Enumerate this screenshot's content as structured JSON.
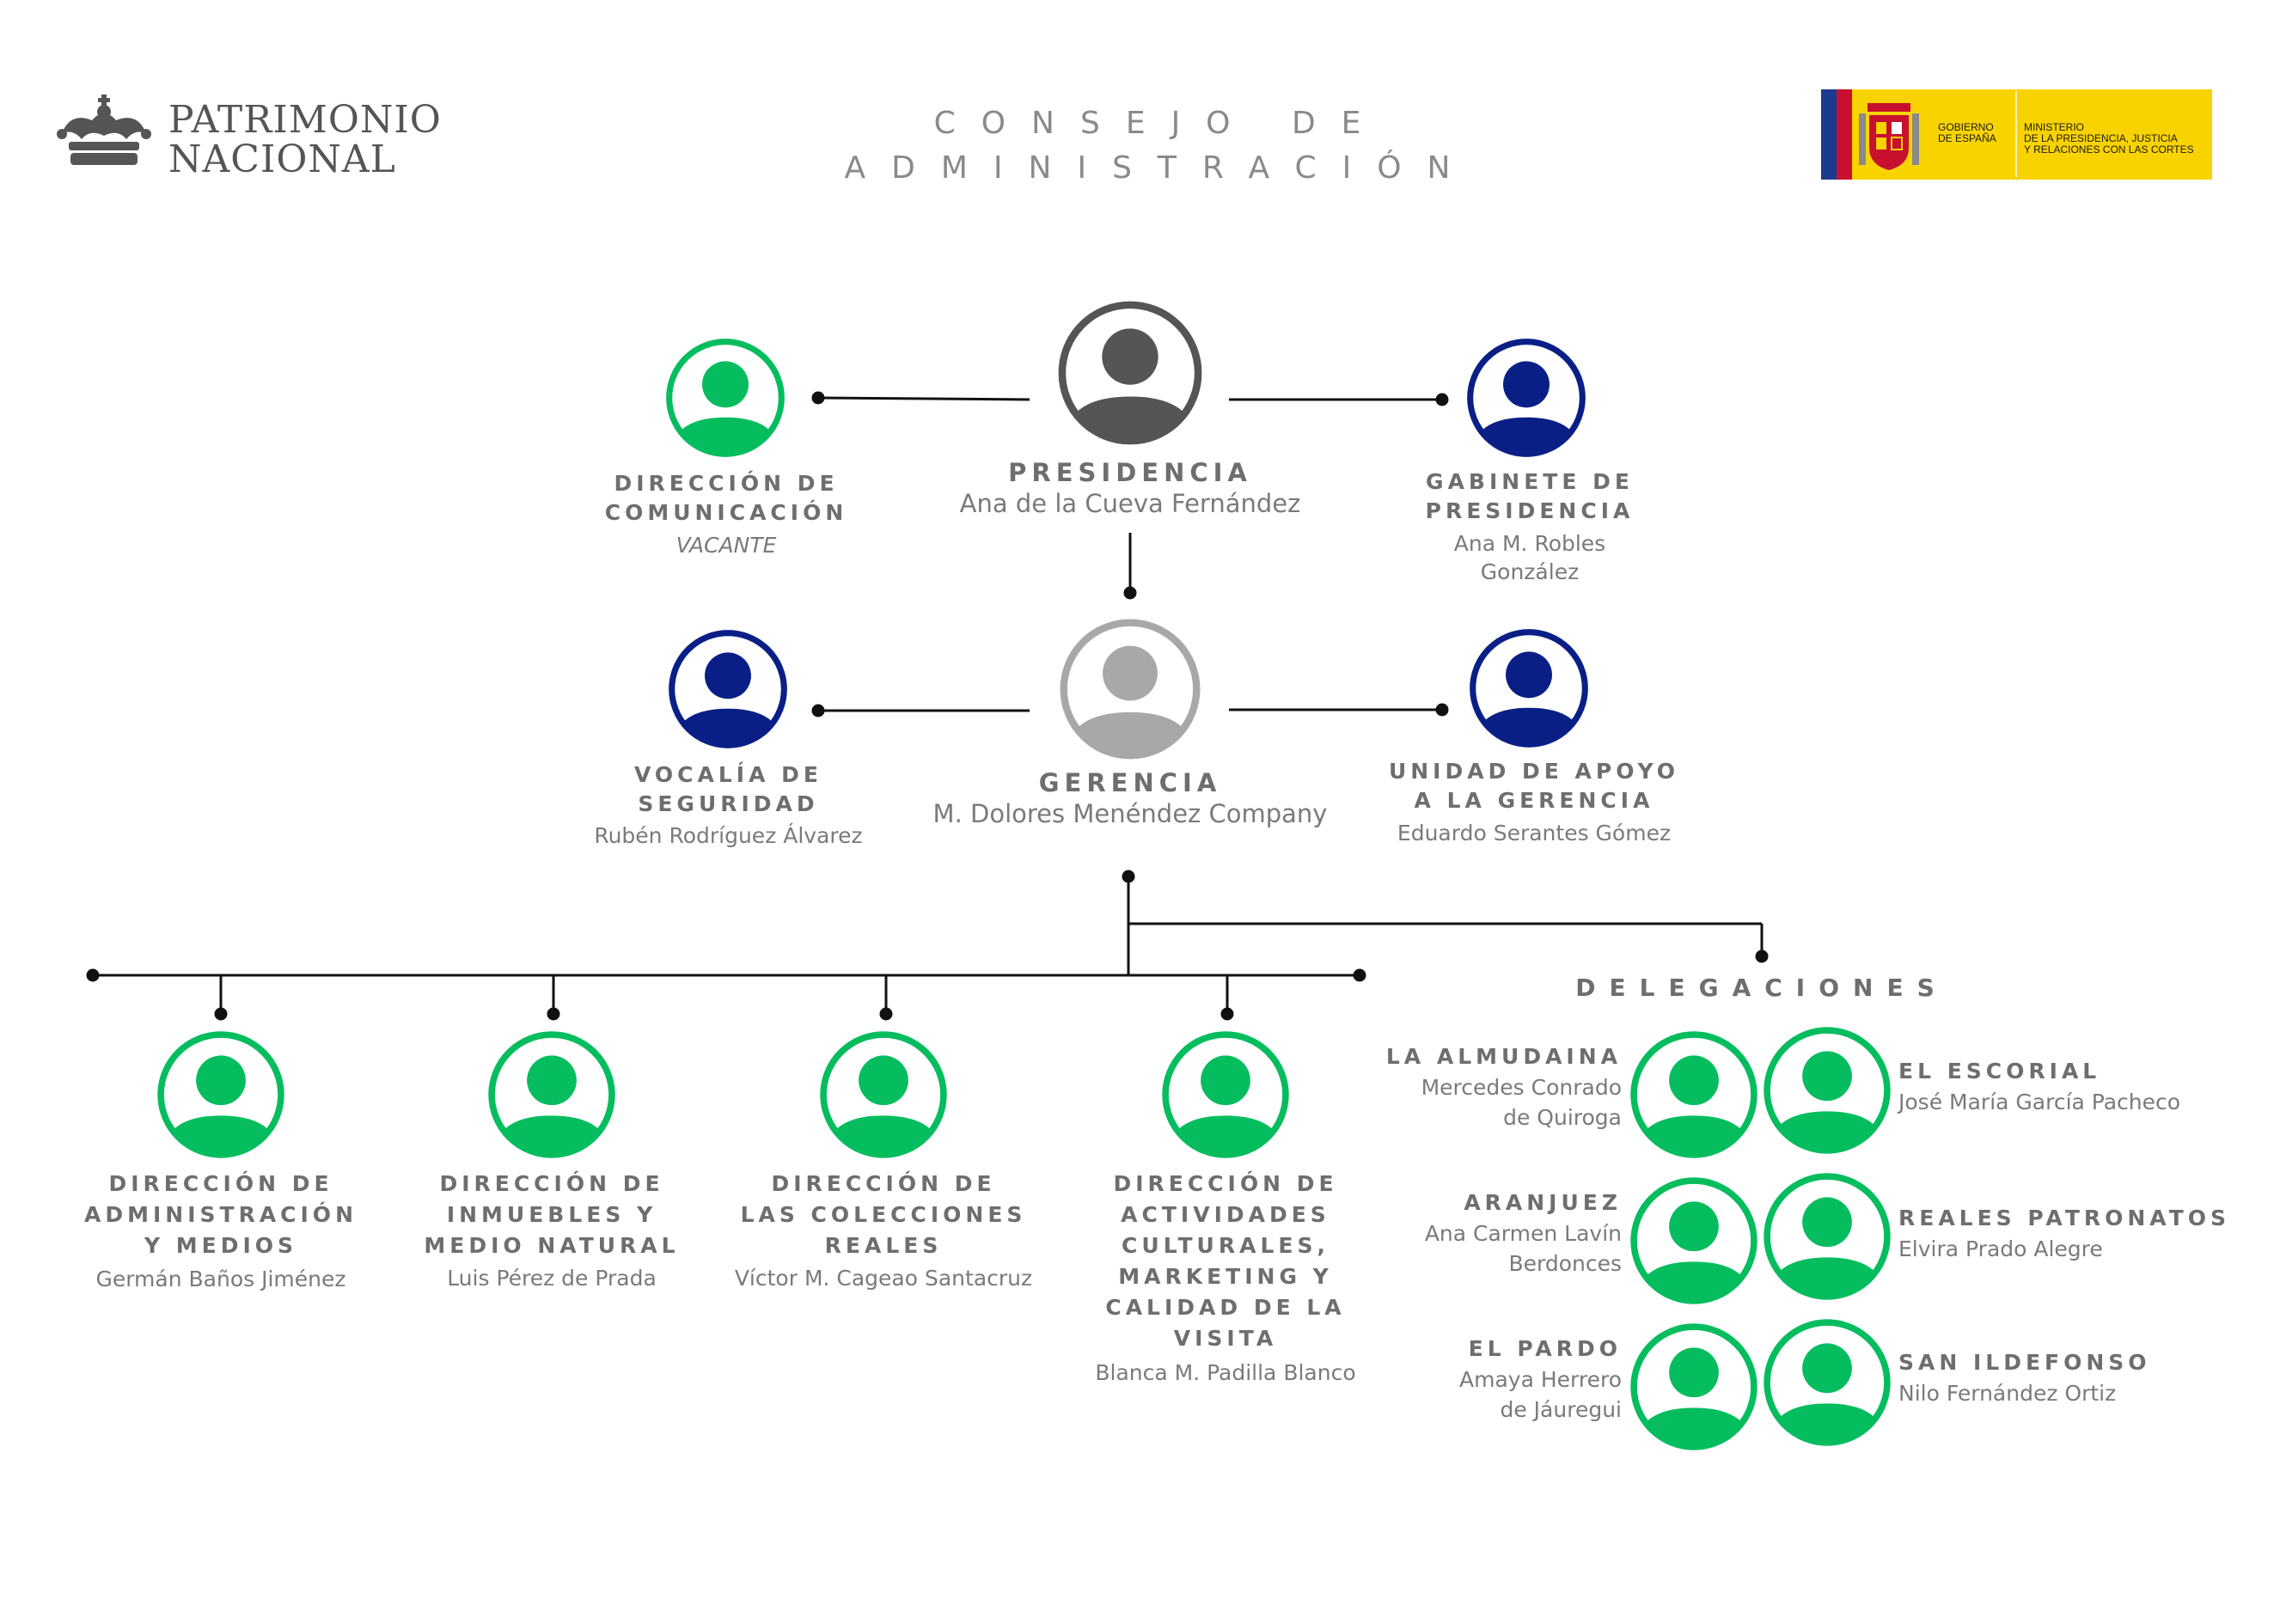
{
  "header": {
    "logo_line1": "PATRIMONIO",
    "logo_line2": "NACIONAL",
    "title_line1": "CONSEJO DE",
    "title_line2": "ADMINISTRACIÓN",
    "gov_label_1a": "GOBIERNO",
    "gov_label_1b": "DE ESPAÑA",
    "gov_label_2a": "MINISTERIO",
    "gov_label_2b": "DE LA PRESIDENCIA, JUSTICIA",
    "gov_label_2c": "Y RELACIONES CON LAS CORTES"
  },
  "colors": {
    "green": "#05bd5e",
    "navy": "#0a1f86",
    "dark_gray": "#555555",
    "light_gray": "#a8a8a8",
    "line": "#111111",
    "gov_yellow": "#f9d300"
  },
  "presidencia": {
    "title": "PRESIDENCIA",
    "name": "Ana de la Cueva Fernández",
    "icon": "person-icon"
  },
  "comunicacion": {
    "title_line1": "DIRECCIÓN DE",
    "title_line2": "COMUNICACIÓN",
    "name": "VACANTE",
    "icon": "person-icon"
  },
  "gabinete": {
    "title_line1": "GABINETE DE",
    "title_line2": "PRESIDENCIA",
    "name_line1": "Ana M. Robles",
    "name_line2": "González",
    "icon": "person-icon"
  },
  "gerencia": {
    "title": "GERENCIA",
    "name": "M. Dolores Menéndez Company",
    "icon": "person-icon"
  },
  "seguridad": {
    "title_line1": "VOCALÍA DE",
    "title_line2": "SEGURIDAD",
    "name": "Rubén Rodríguez Álvarez",
    "icon": "person-icon"
  },
  "apoyo": {
    "title_line1": "UNIDAD DE APOYO",
    "title_line2": "A LA GERENCIA",
    "name": "Eduardo Serantes Gómez",
    "icon": "person-icon"
  },
  "direcciones": [
    {
      "title_lines": [
        "DIRECCIÓN DE",
        "ADMINISTRACIÓN",
        "Y MEDIOS"
      ],
      "name": "Germán Baños Jiménez"
    },
    {
      "title_lines": [
        "DIRECCIÓN DE",
        "INMUEBLES Y",
        "MEDIO NATURAL"
      ],
      "name": "Luis Pérez de Prada"
    },
    {
      "title_lines": [
        "DIRECCIÓN DE",
        "LAS COLECCIONES",
        "REALES"
      ],
      "name": "Víctor M. Cageao Santacruz"
    },
    {
      "title_lines": [
        "DIRECCIÓN DE",
        "ACTIVIDADES",
        "CULTURALES,",
        "MARKETING Y",
        "CALIDAD DE LA",
        "VISITA"
      ],
      "name": "Blanca M. Padilla Blanco"
    }
  ],
  "delegaciones": {
    "heading": "DELEGACIONES",
    "left": [
      {
        "title": "LA ALMUDAINA",
        "name_line1": "Mercedes Conrado",
        "name_line2": "de Quiroga"
      },
      {
        "title": "ARANJUEZ",
        "name_line1": "Ana Carmen Lavín",
        "name_line2": "Berdonces"
      },
      {
        "title": "EL PARDO",
        "name_line1": "Amaya Herrero",
        "name_line2": "de Jáuregui"
      }
    ],
    "right": [
      {
        "title": "EL ESCORIAL",
        "name": "José María García Pacheco"
      },
      {
        "title": "REALES PATRONATOS",
        "name": "Elvira Prado Alegre"
      },
      {
        "title": "SAN ILDEFONSO",
        "name": "Nilo Fernández Ortiz"
      }
    ]
  }
}
